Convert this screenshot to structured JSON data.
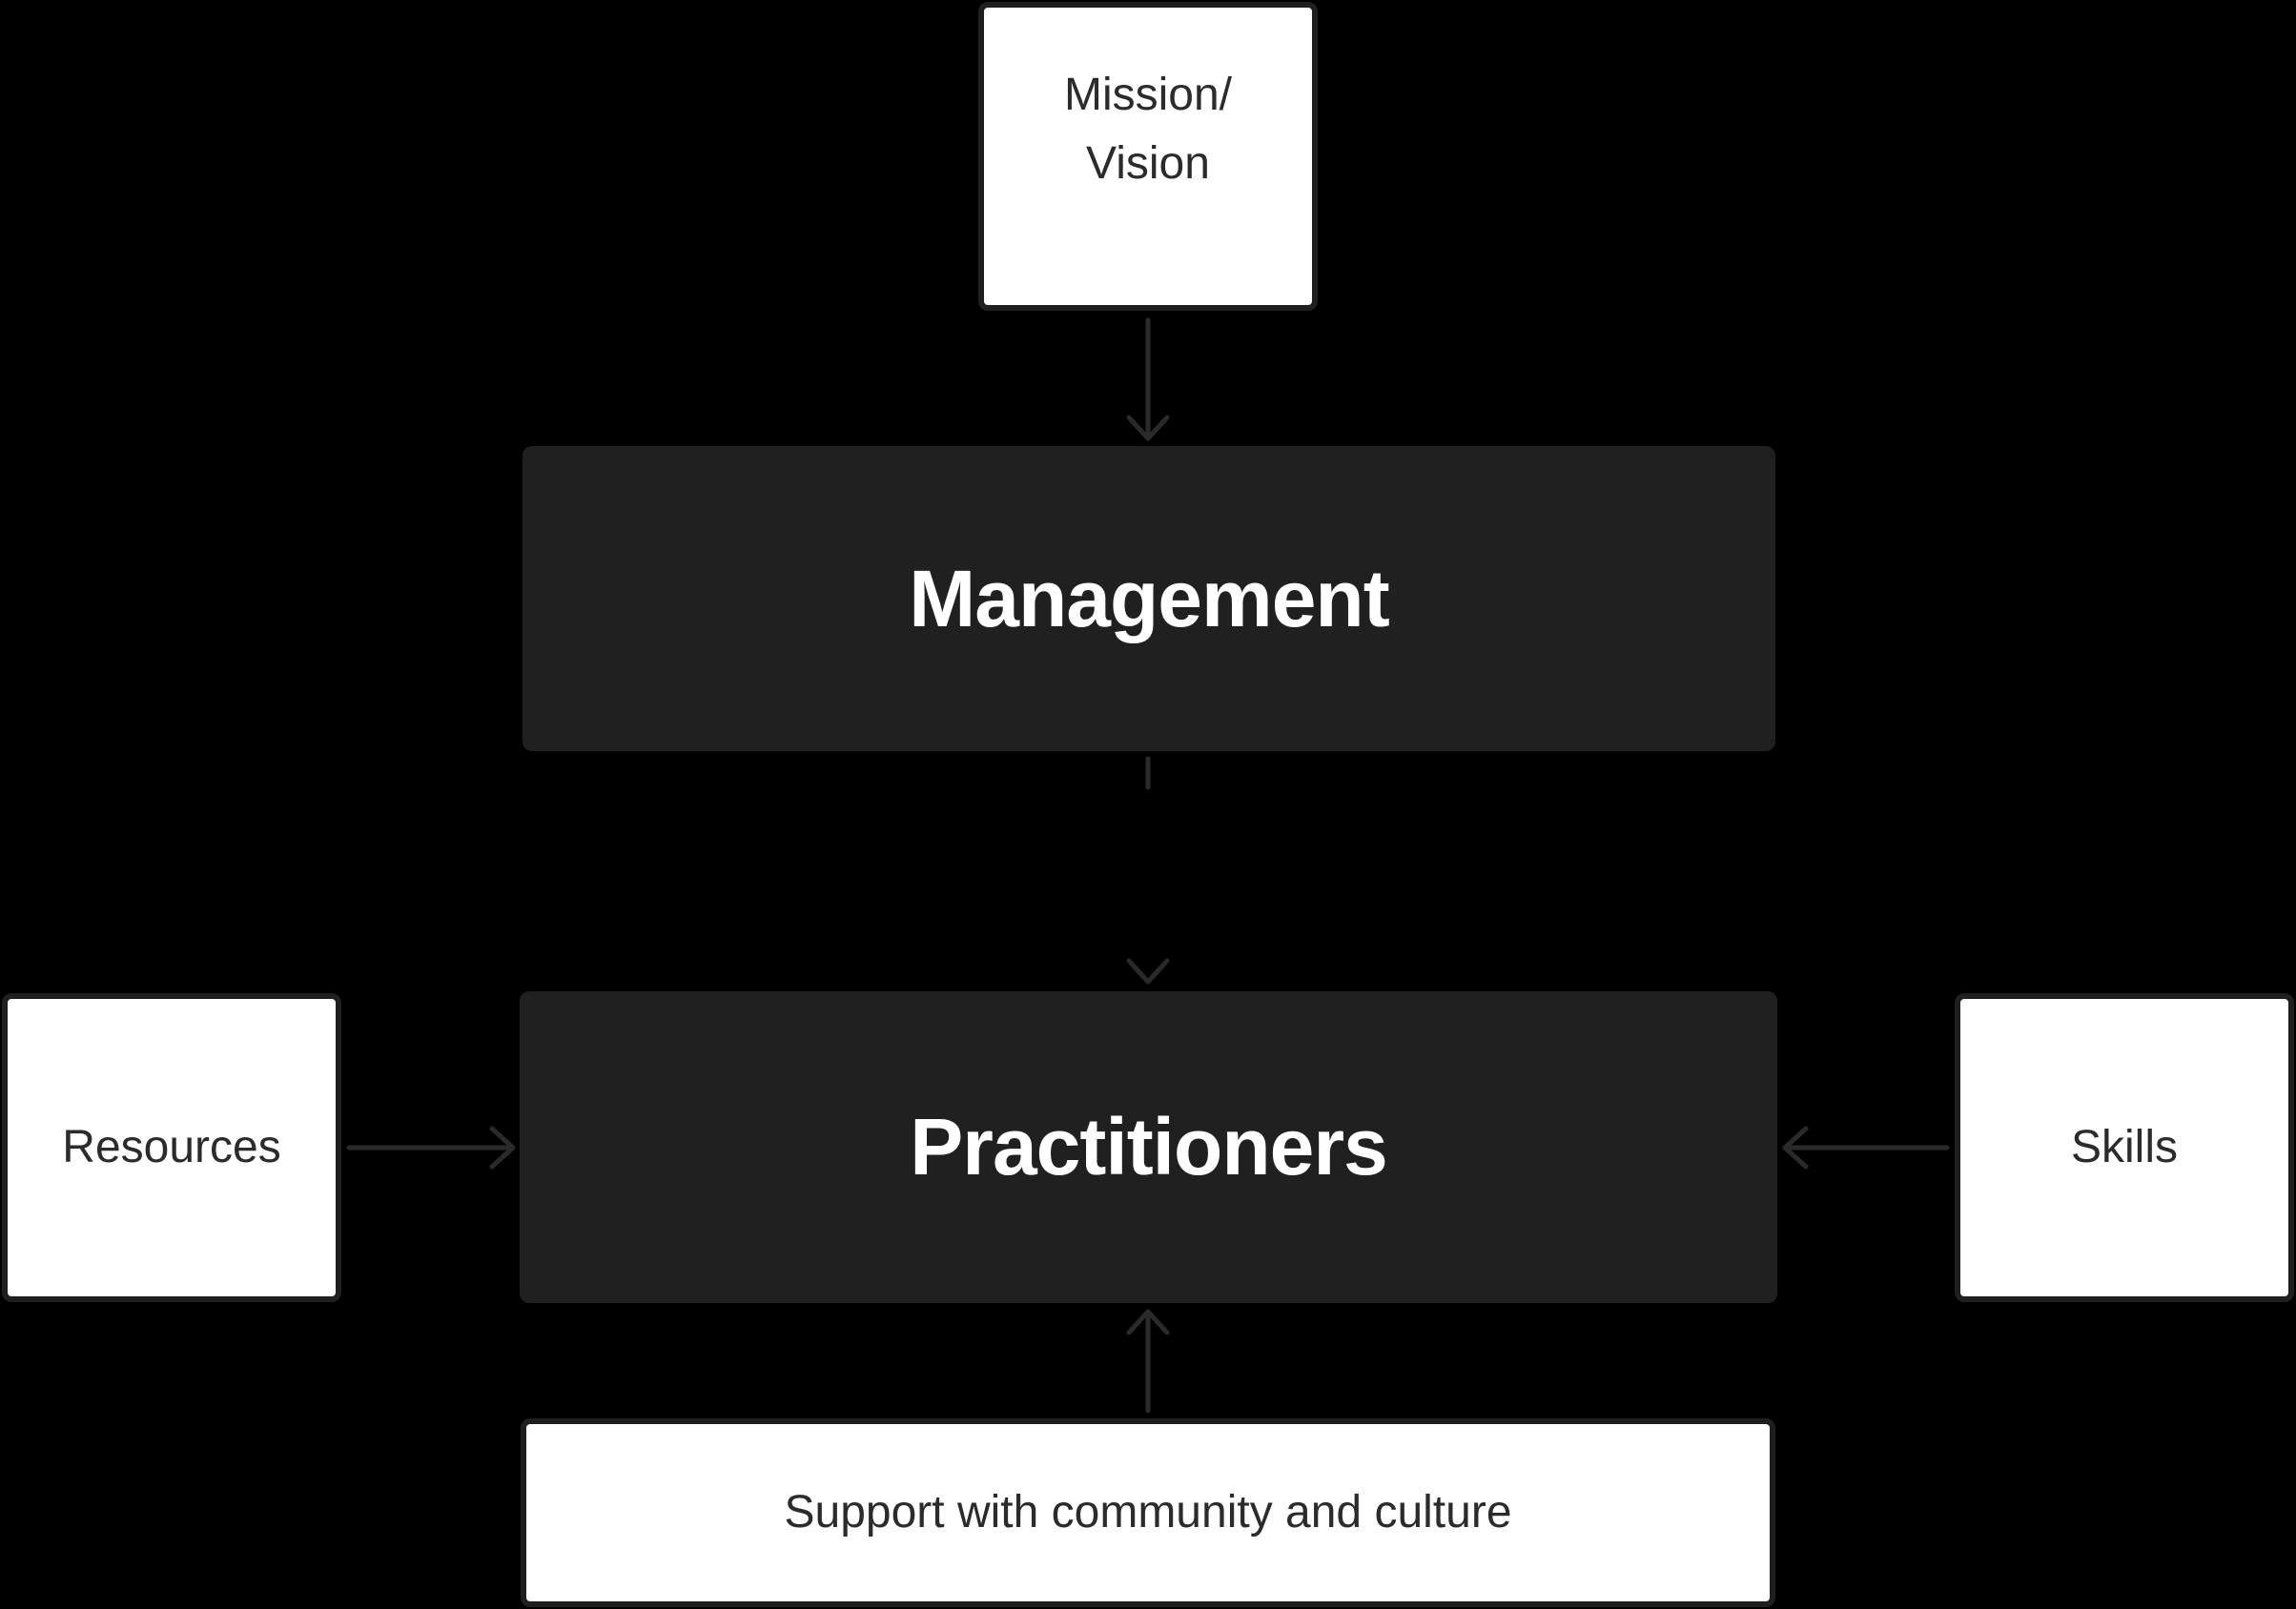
{
  "nodes": {
    "mission": "Mission/\nVision",
    "management": "Management",
    "practitioners": "Practitioners",
    "resources": "Resources",
    "skills": "Skills",
    "support": "Support with community and culture"
  },
  "colors": {
    "background": "#000000",
    "dark_box": "#202020",
    "light_box": "#ffffff",
    "connector": "#2a2a2a"
  }
}
